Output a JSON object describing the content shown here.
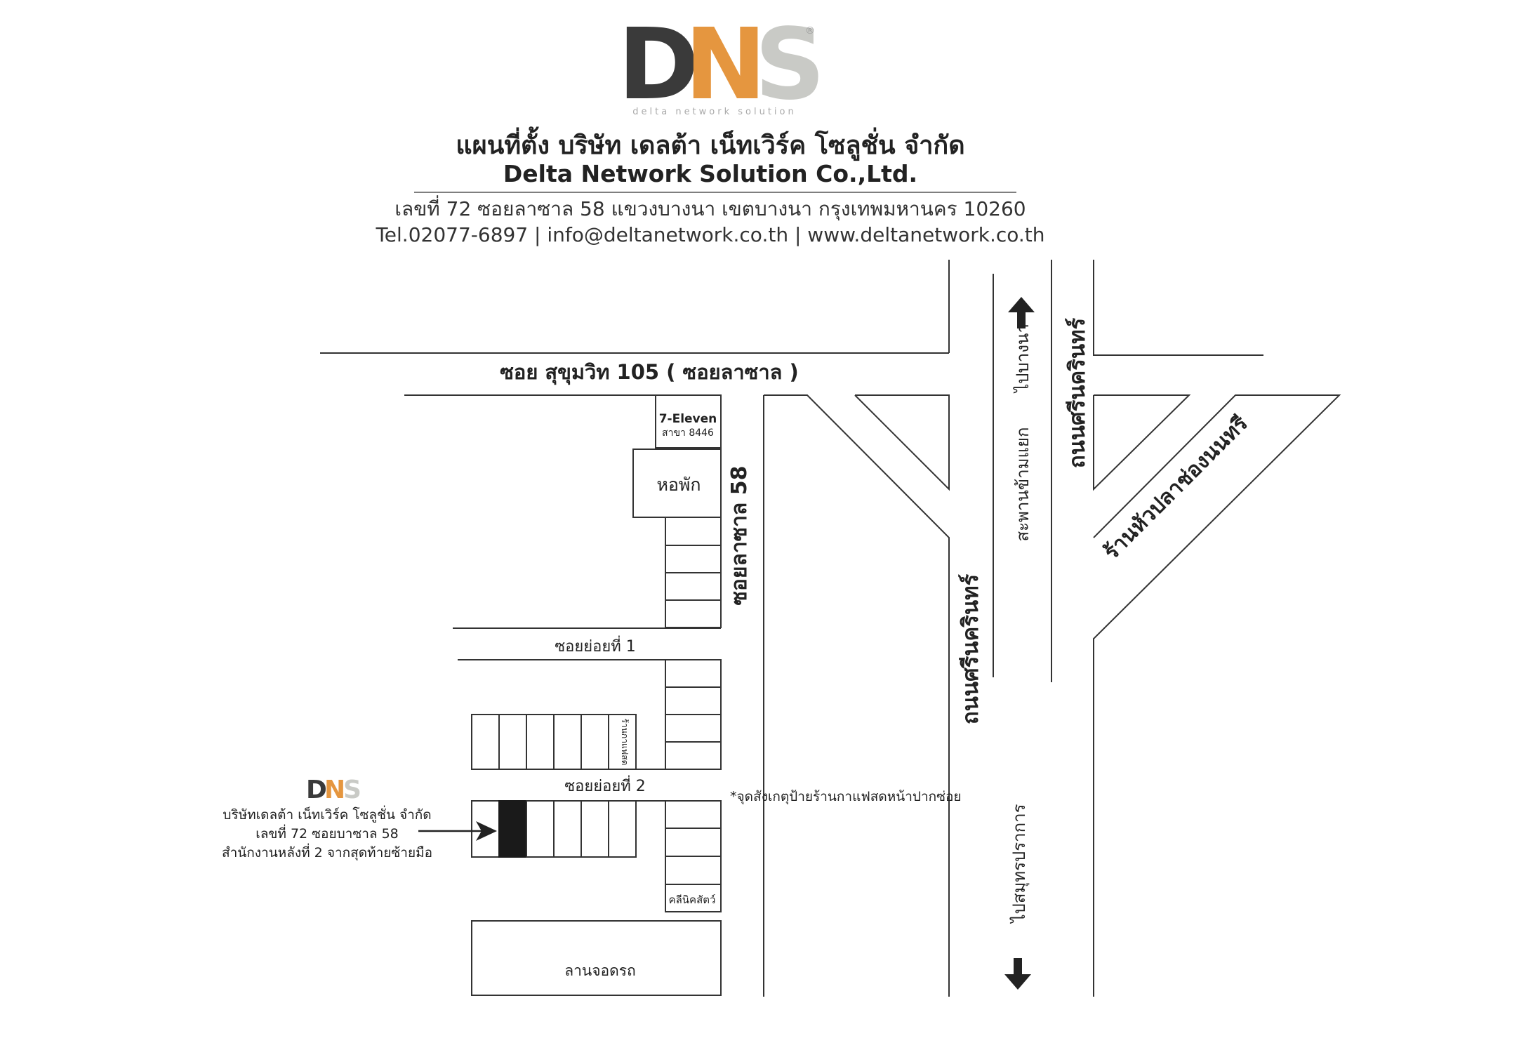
{
  "logo": {
    "d": "D",
    "n": "N",
    "s": "S",
    "tagline": "delta network solution",
    "reg": "®",
    "colors": {
      "d": "#3a3a3a",
      "n": "#e5963f",
      "s": "#c9cac6"
    }
  },
  "header": {
    "title_th": "แผนที่ตั้ง บริษัท เดลต้า เน็ทเวิร์ค โซลูชั่น จำกัด",
    "title_en": "Delta Network Solution Co.,Ltd.",
    "address": "เลขที่ 72 ซอยลาซาล 58 แขวงบางนา เขตบางนา กรุงเทพมหานคร 10260",
    "contact": "Tel.02077-6897 | info@deltanetwork.co.th | www.deltanetwork.co.th"
  },
  "map": {
    "main_road": "ซอย สุขุมวิท 105 ( ซอยลาซาล )",
    "seven_eleven": {
      "name": "7-Eleven",
      "branch": "สาขา 8446"
    },
    "dorm": "หอพัก",
    "soi_lasalle_58": "ซอยลาซาล 58",
    "sub_soi_1": "ซอยย่อยที่ 1",
    "sub_soi_2": "ซอยย่อยที่ 2",
    "coffee_shop": "ร้านกาแฟสด",
    "landmark_note": "*จุดสังเกตุป้ายร้านกาแฟสดหน้าปากซ่อย",
    "vet_clinic": "คลีนิคสัตว์",
    "parking": "ลานจอดรถ",
    "srinakarin_left": "ถนนศรีนครินทร์",
    "srinakarin_right": "ถนนศรีนครินทร์",
    "to_bangna": "ไปบางนา",
    "bridge": "สะพานข้ามแยก",
    "to_samut_prakan": "ไปสมุทรปราการ",
    "fish_head_shop": "ร้านหัวปลาช่องนนทรี",
    "arrow_up": "🡅",
    "arrow_down": "🡇",
    "company": {
      "name": "บริษัทเดลต้า เน็ทเวิร์ค โซลูชั่น จำกัด",
      "address": "เลขที่  72 ซอยบาซาล 58",
      "office": "สำนักงานหลังที่ 2 จากสุดท้ายซ้ายมือ"
    }
  }
}
